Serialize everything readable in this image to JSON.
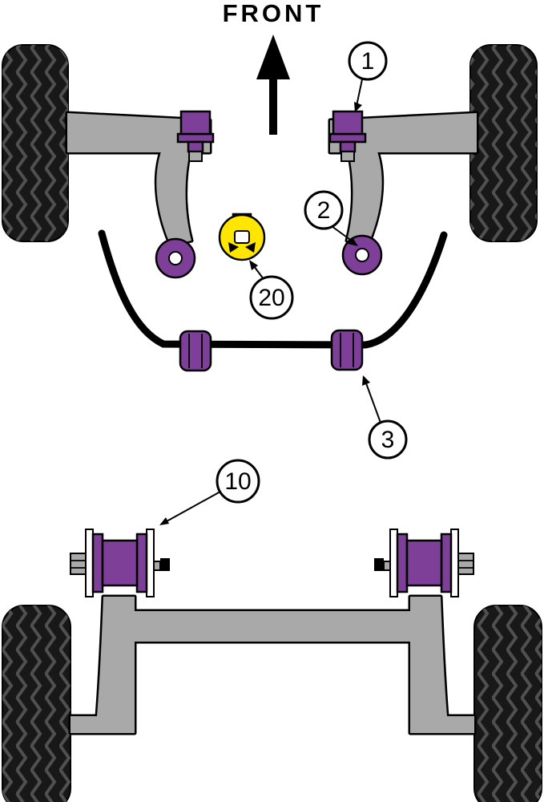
{
  "diagram": {
    "title": "FRONT",
    "callouts": [
      {
        "label": "1"
      },
      {
        "label": "2"
      },
      {
        "label": "20"
      },
      {
        "label": "3"
      },
      {
        "label": "10"
      }
    ],
    "colors": {
      "purple": "#7d3f98",
      "yellow": "#ffe600",
      "metal": "#a9a9a9",
      "tire": "#181818",
      "tread": "#505050",
      "outline": "#000000",
      "background": "#ffffff"
    }
  }
}
